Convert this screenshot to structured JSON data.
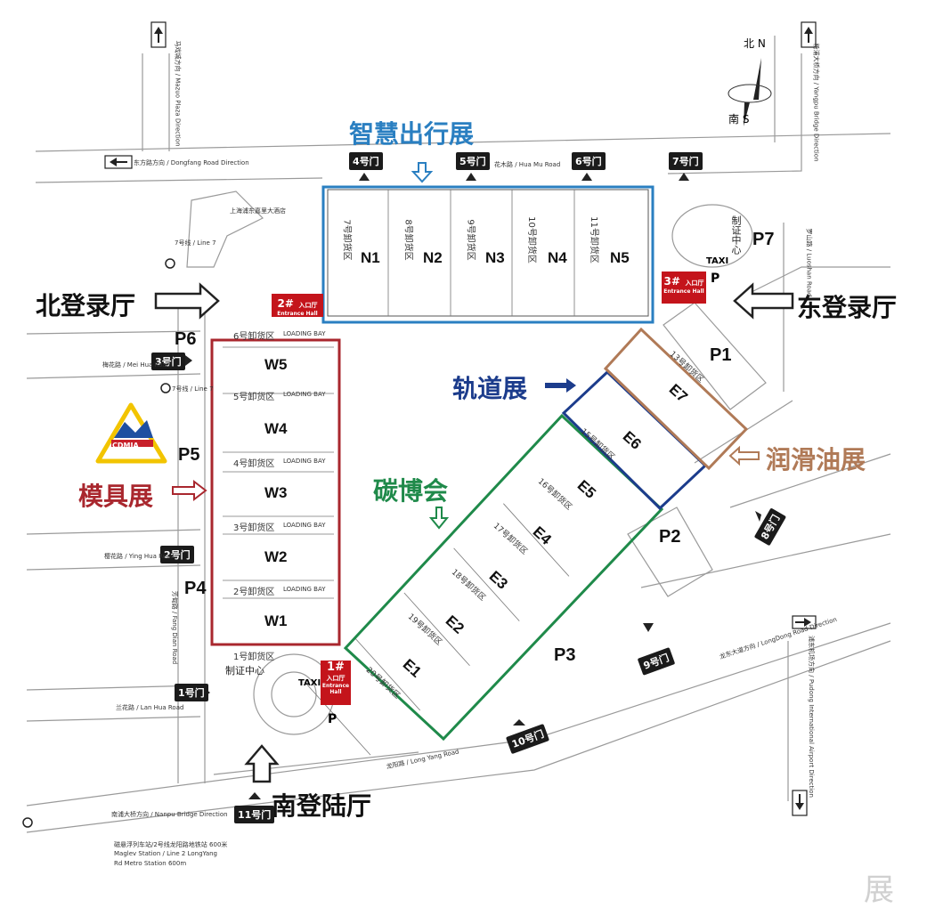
{
  "exhibitions": {
    "smart_mobility": "智慧出行展",
    "rail": "轨道展",
    "lubricant": "润滑油展",
    "carbon": "碳博会",
    "mold": "模具展"
  },
  "lobbies": {
    "north": "北登录厅",
    "east": "东登录厅",
    "south": "南登陆厅"
  },
  "halls": {
    "north": [
      "N1",
      "N2",
      "N3",
      "N4",
      "N5"
    ],
    "west": [
      "W5",
      "W4",
      "W3",
      "W2",
      "W1"
    ],
    "east": [
      "E7",
      "E6",
      "E5",
      "E4",
      "E3",
      "E2",
      "E1"
    ]
  },
  "loading_bays": {
    "north": [
      "7号卸货区",
      "8号卸货区",
      "9号卸货区",
      "10号卸货区",
      "11号卸货区"
    ],
    "west": [
      "6号卸货区",
      "5号卸货区",
      "4号卸货区",
      "3号卸货区",
      "2号卸货区",
      "1号卸货区"
    ],
    "east": [
      "13号卸货区",
      "15号卸货区",
      "16号卸货区",
      "17号卸货区",
      "18号卸货区",
      "19号卸货区",
      "20号卸货区"
    ],
    "english": "LOADING BAY"
  },
  "parking": [
    "P1",
    "P2",
    "P3",
    "P4",
    "P5",
    "P6",
    "P7"
  ],
  "gates": [
    "1号门",
    "2号门",
    "3号门",
    "4号门",
    "5号门",
    "6号门",
    "7号门",
    "8号门",
    "9号门",
    "10号门",
    "11号门"
  ],
  "entrances": {
    "e1": {
      "num": "1#",
      "cn": "入口厅",
      "en": "Entrance Hall"
    },
    "e2": {
      "num": "2#",
      "cn": "入口厅",
      "en": "Entrance Hall"
    },
    "e3": {
      "num": "3#",
      "cn": "入口厅",
      "en": "Entrance Hall"
    }
  },
  "cert_center": "制证中心",
  "taxi": "TAXI",
  "parking_vip": "P",
  "roads": {
    "huamu": "花木路 / Hua Mu Road",
    "dongfang": "东方路方向 / Dongfang Road Direction",
    "meihua": "梅花路 / Mei Hua Road",
    "yinghua": "樱花路 / Ying Hua Road",
    "lanhua": "兰花路 / Lan Hua Road",
    "fangdian": "芳甸路 / Fang Dian Road",
    "longyang": "龙阳路 / Long Yang Road",
    "nanpu": "南浦大桥方向 / Nanpu Bridge Direction",
    "longdong": "龙东大道方向 / LongDong Road Direction",
    "pudong_airport": "浦东机场方向 / Pudong International Airport Direction",
    "yangpu": "杨浦大桥方向 / Yangpu Bridge Direction",
    "luoshan": "罗山路 / Luoshan Road",
    "mazuo": "马戏城方向 / Mazuo Plaza Direction",
    "line7_a": "7号线 / Line 7",
    "line7_b": "7号线 / Line 7",
    "hotel": "上海浦东嘉里大酒店"
  },
  "metro_note": [
    "磁悬浮列车站/2号线龙阳路地铁站 600米",
    "Maglev Station / Line 2 LongYang",
    "Rd Metro Station 600m"
  ],
  "compass": {
    "n": "北 N",
    "s": "南 S"
  },
  "logo_text": "CDMIA",
  "watermark": "展"
}
